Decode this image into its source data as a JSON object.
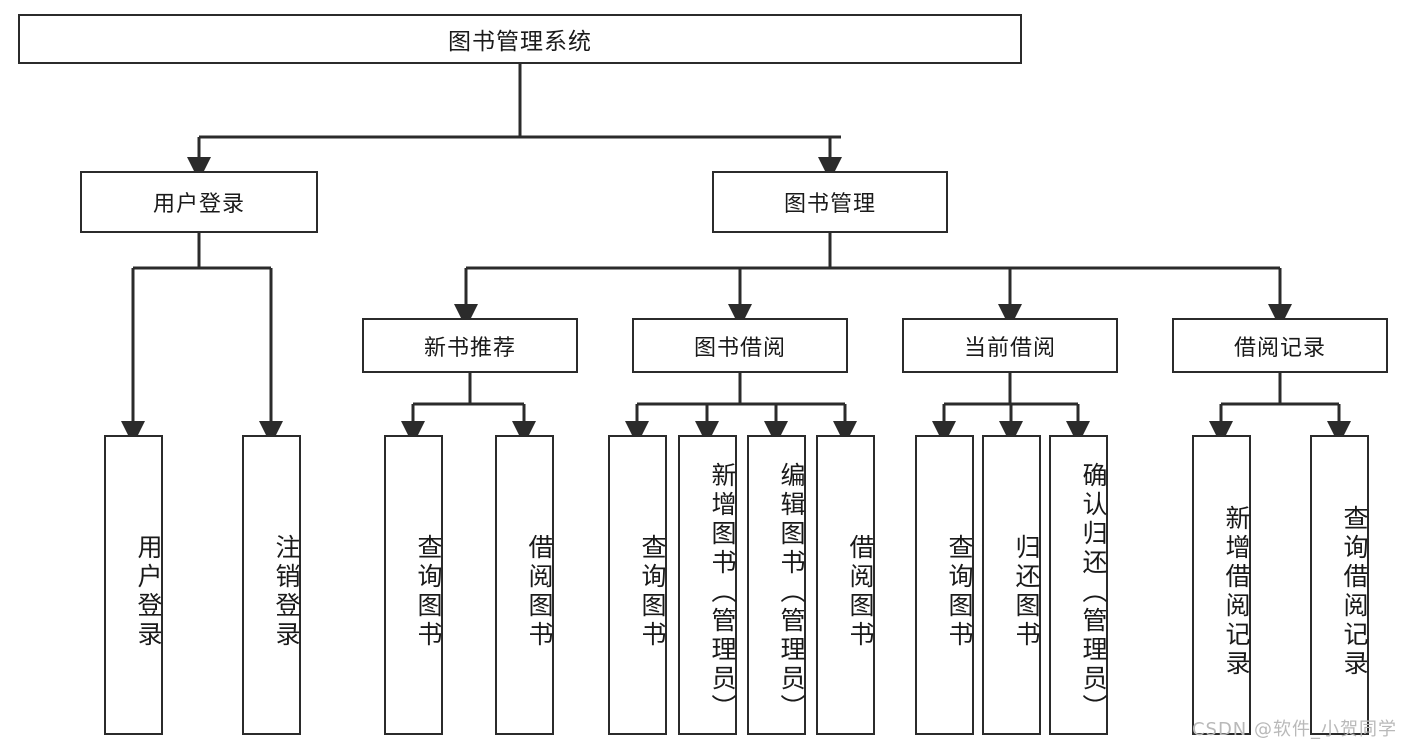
{
  "diagram": {
    "type": "hierarchy-tree",
    "title": "图书管理系统",
    "root": {
      "id": "root",
      "label": "图书管理系统"
    },
    "level2": [
      {
        "id": "user-login",
        "label": "用户登录"
      },
      {
        "id": "book-management",
        "label": "图书管理"
      }
    ],
    "level3": [
      {
        "id": "new-book-recommend",
        "label": "新书推荐",
        "parent": "book-management"
      },
      {
        "id": "book-borrow",
        "label": "图书借阅",
        "parent": "book-management"
      },
      {
        "id": "current-borrow",
        "label": "当前借阅",
        "parent": "book-management"
      },
      {
        "id": "borrow-record",
        "label": "借阅记录",
        "parent": "book-management"
      }
    ],
    "leaves": {
      "user-login": [
        {
          "id": "leaf-user-login",
          "label": "用户登录"
        },
        {
          "id": "leaf-logout",
          "label": "注销登录"
        }
      ],
      "new-book-recommend": [
        {
          "id": "leaf-query-book-1",
          "label": "查询图书"
        },
        {
          "id": "leaf-borrow-book-1",
          "label": "借阅图书"
        }
      ],
      "book-borrow": [
        {
          "id": "leaf-query-book-2",
          "label": "查询图书"
        },
        {
          "id": "leaf-add-book",
          "label": "新增图书（管理员）"
        },
        {
          "id": "leaf-edit-book",
          "label": "编辑图书（管理员）"
        },
        {
          "id": "leaf-borrow-book-2",
          "label": "借阅图书"
        }
      ],
      "current-borrow": [
        {
          "id": "leaf-query-book-3",
          "label": "查询图书"
        },
        {
          "id": "leaf-return-book",
          "label": "归还图书"
        },
        {
          "id": "leaf-confirm-return",
          "label": "确认归还（管理员）"
        }
      ],
      "borrow-record": [
        {
          "id": "leaf-add-record",
          "label": "新增借阅记录"
        },
        {
          "id": "leaf-query-record",
          "label": "查询借阅记录"
        }
      ]
    },
    "watermark": "CSDN @软件_小贺同学",
    "colors": {
      "stroke": "#2b2b2b",
      "fill": "#ffffff",
      "text": "#1a1a1a",
      "watermark": "#b9b9b9"
    }
  }
}
